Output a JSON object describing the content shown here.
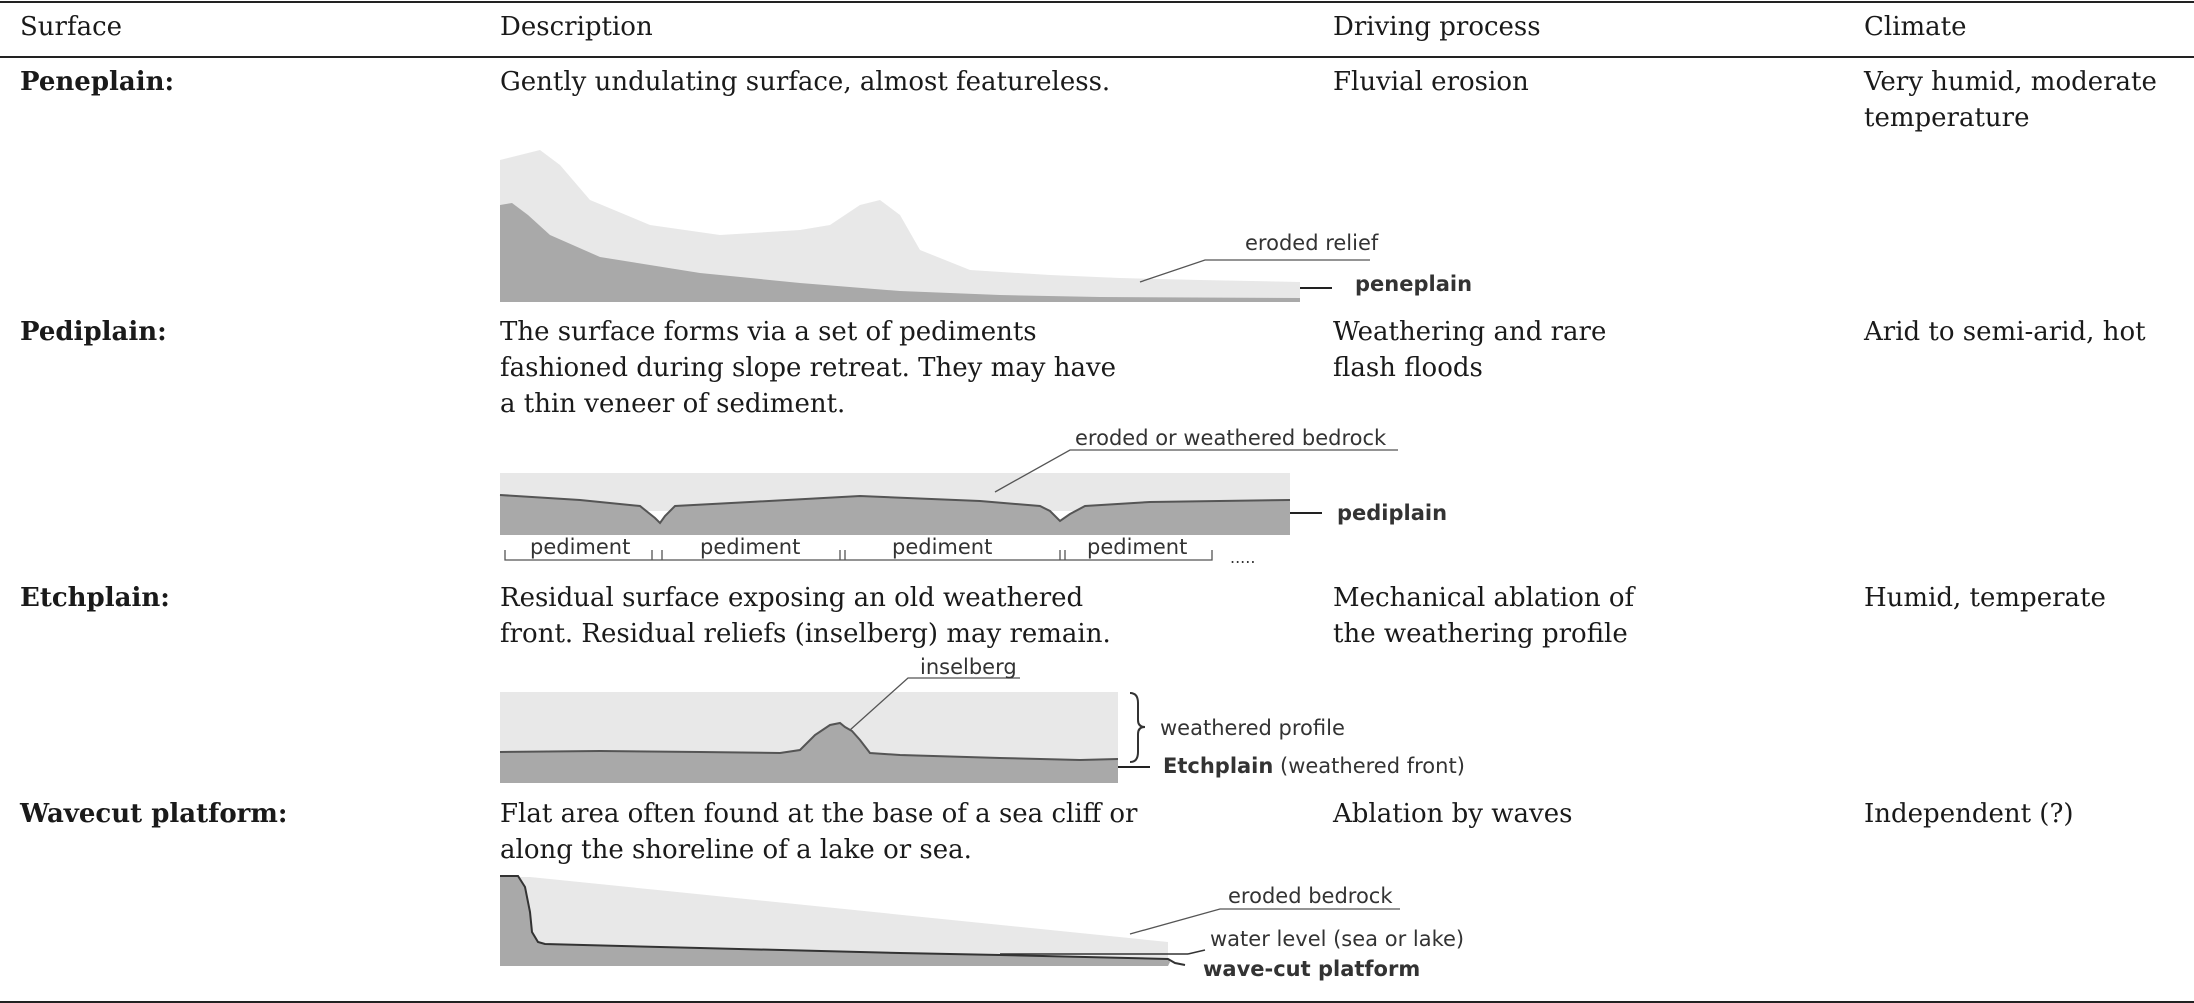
{
  "table": {
    "headers": [
      "Surface",
      "Description",
      "Driving process",
      "Climate"
    ],
    "rows": [
      {
        "surface": "Peneplain:",
        "description": [
          "Gently undulating surface, almost featureless."
        ],
        "process": [
          "Fluvial erosion"
        ],
        "climate": [
          "Very humid, moderate",
          "temperature"
        ],
        "diagram": {
          "label1": "eroded relief",
          "label2": "peneplain"
        }
      },
      {
        "surface": "Pediplain:",
        "description": [
          "The surface forms via a set of pediments",
          "fashioned during slope retreat. They may have",
          "a thin veneer of sediment."
        ],
        "process": [
          "Weathering and rare",
          "flash floods"
        ],
        "climate": [
          "Arid to semi-arid, hot"
        ],
        "diagram": {
          "label1": "eroded or weathered bedrock",
          "label2": "pediplain",
          "segments": [
            "pediment",
            "pediment",
            "pediment",
            "pediment"
          ],
          "more": "....."
        }
      },
      {
        "surface": "Etchplain:",
        "description": [
          "Residual surface exposing an old weathered",
          "front. Residual reliefs (inselberg) may remain."
        ],
        "process": [
          "Mechanical ablation of",
          "the weathering profile"
        ],
        "climate": [
          "Humid, temperate"
        ],
        "diagram": {
          "label1": "inselberg",
          "label2": "weathered profile",
          "label3_bold": "Etchplain",
          "label3_rest": " (weathered front)"
        }
      },
      {
        "surface": "Wavecut platform:",
        "description": [
          "Flat area often found at the base of a sea cliff or",
          "along the shoreline of a lake or sea."
        ],
        "process": [
          "Ablation by waves"
        ],
        "climate": [
          "Independent (?)"
        ],
        "diagram": {
          "label1": "eroded bedrock",
          "label2": "water level (sea or lake)",
          "label3": "wave-cut platform"
        }
      }
    ]
  }
}
